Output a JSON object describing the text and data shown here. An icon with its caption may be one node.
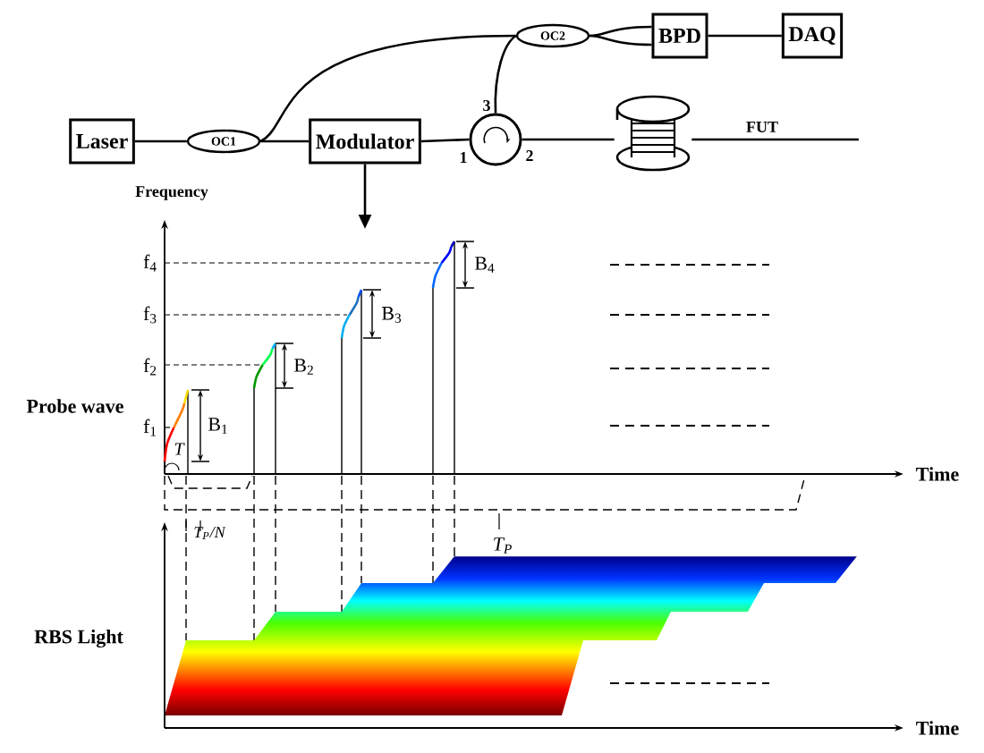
{
  "diagram": {
    "nodes": [
      {
        "text": [
          "OC2"
        ]
      },
      {
        "text": [
          "BPD"
        ]
      },
      {
        "text": [
          "DAQ"
        ]
      },
      {
        "text": [
          "Laser"
        ]
      },
      {
        "text": [
          "OC1"
        ]
      },
      {
        "text": [
          "Modulator"
        ]
      },
      {
        "text": [],
        "shape": "circle",
        "beside": [
          "3",
          "1",
          "2"
        ]
      },
      {
        "text": [],
        "shape": "cylinder",
        "beside": [
          "FUT"
        ]
      }
    ],
    "edges": [
      {
        "from": 3,
        "to": 4,
        "arrow": "none"
      },
      {
        "from": 4,
        "to": 5,
        "arrow": "none"
      },
      {
        "from": 4,
        "to": 0,
        "arrow": "none"
      },
      {
        "from": 5,
        "to": 6,
        "arrow": "none"
      },
      {
        "from": 6,
        "to": 7,
        "arrow": "none"
      },
      {
        "from": 7,
        "to": null,
        "arrow": "none"
      },
      {
        "from": 6,
        "to": 0,
        "arrow": "none"
      },
      {
        "from": 0,
        "to": 1,
        "arrow": "none"
      },
      {
        "from": 0,
        "to": 1,
        "arrow": "none"
      },
      {
        "from": 1,
        "to": 2,
        "arrow": "none"
      },
      {
        "from": 5,
        "to": null,
        "arrow": "to"
      }
    ],
    "labels": [
      "Frequency",
      "f$_{4}$",
      "B$_{4}$",
      "f$_{3}$",
      "B$_{3}$",
      "f$_{2}$",
      "B$_{2}$",
      "Probe wave",
      "f$_{1}$",
      "B$_{1}$",
      "T",
      "Time",
      "T$_{P}$/N",
      "T$_{P}$",
      "RBS Light",
      "Time"
    ]
  }
}
